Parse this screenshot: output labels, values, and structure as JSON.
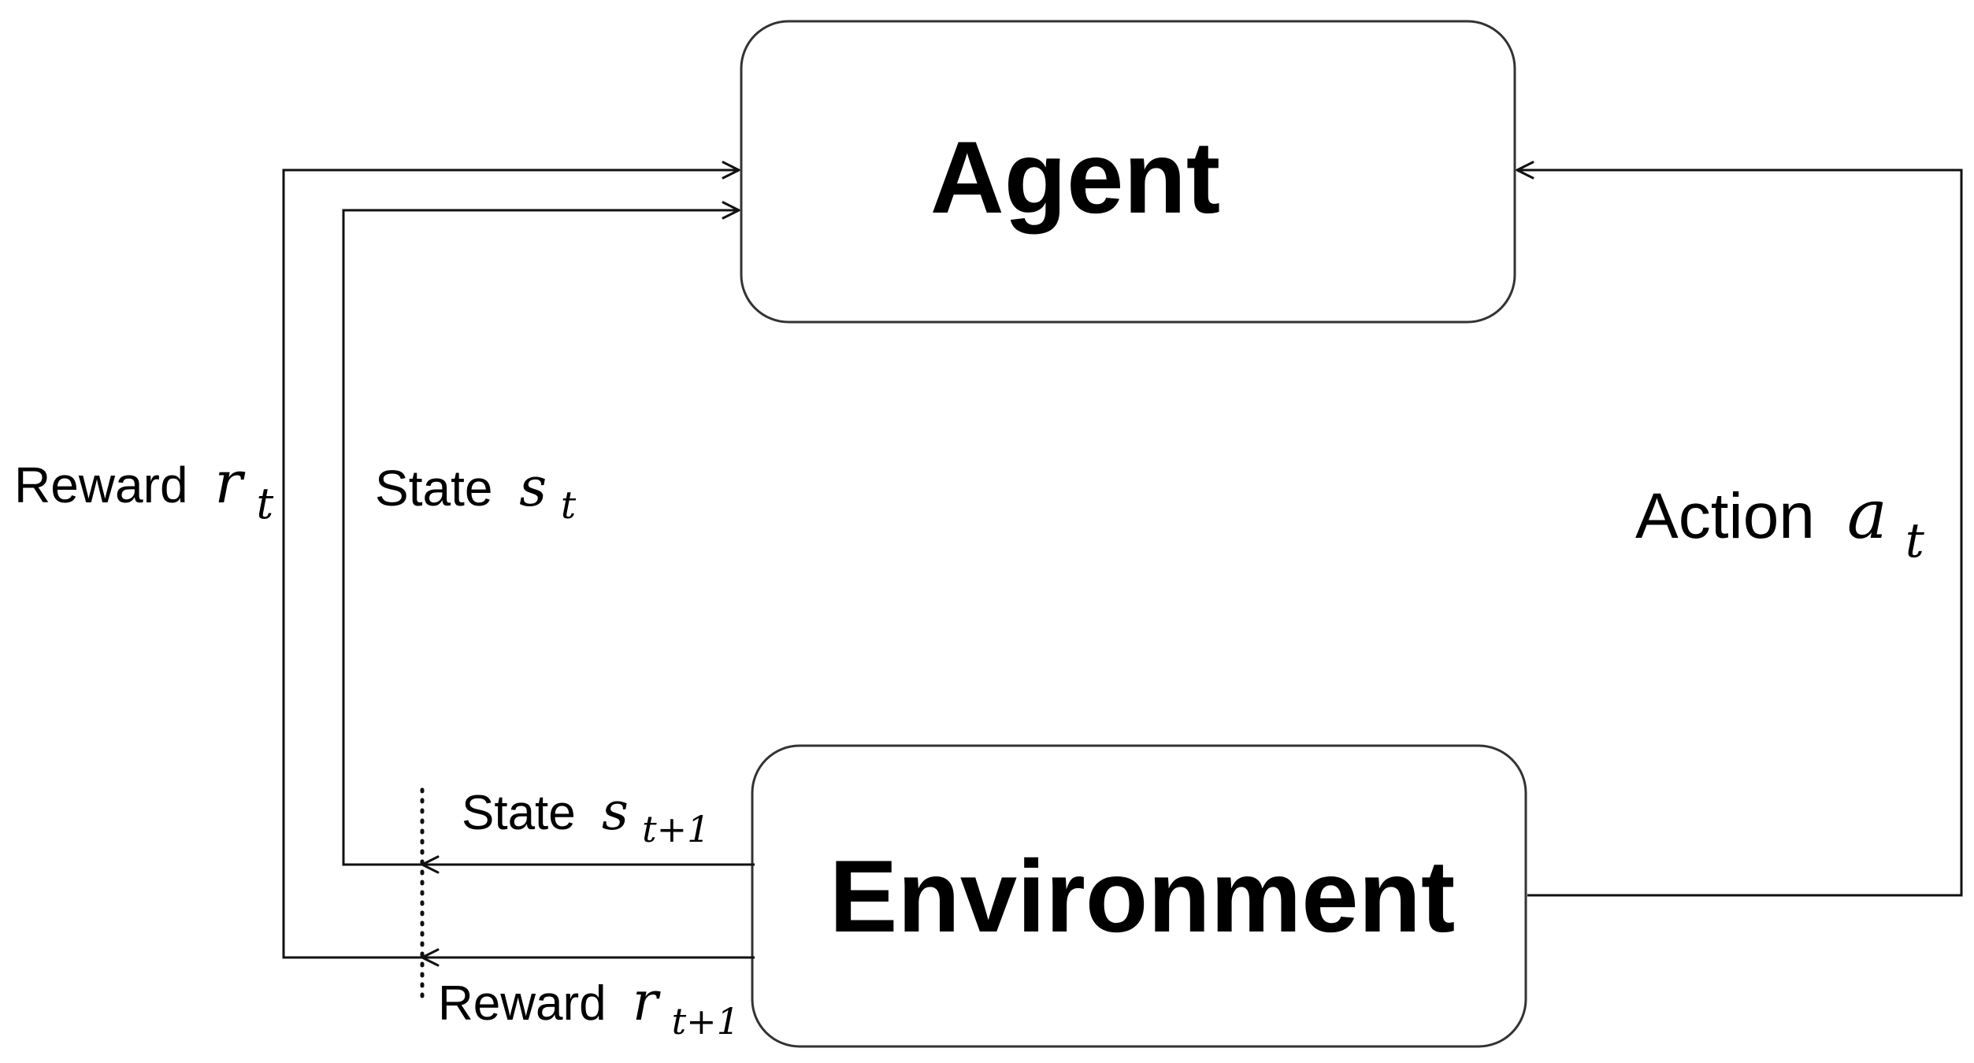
{
  "nodes": {
    "agent": {
      "label": "Agent"
    },
    "environment": {
      "label": "Environment"
    }
  },
  "edges": {
    "reward_t": {
      "word": "Reward",
      "symbol": "r",
      "subscript": "t"
    },
    "state_t": {
      "word": "State",
      "symbol": "s",
      "subscript": "t"
    },
    "action_t": {
      "word": "Action",
      "symbol": "a",
      "subscript": "t"
    },
    "state_t1": {
      "word": "State",
      "symbol": "s",
      "subscript": "t+1"
    },
    "reward_t1": {
      "word": "Reward",
      "symbol": "r",
      "subscript": "t+1"
    }
  },
  "colors": {
    "box_stroke": "#333333",
    "line": "#111111",
    "text": "#000000",
    "background": "#ffffff"
  }
}
